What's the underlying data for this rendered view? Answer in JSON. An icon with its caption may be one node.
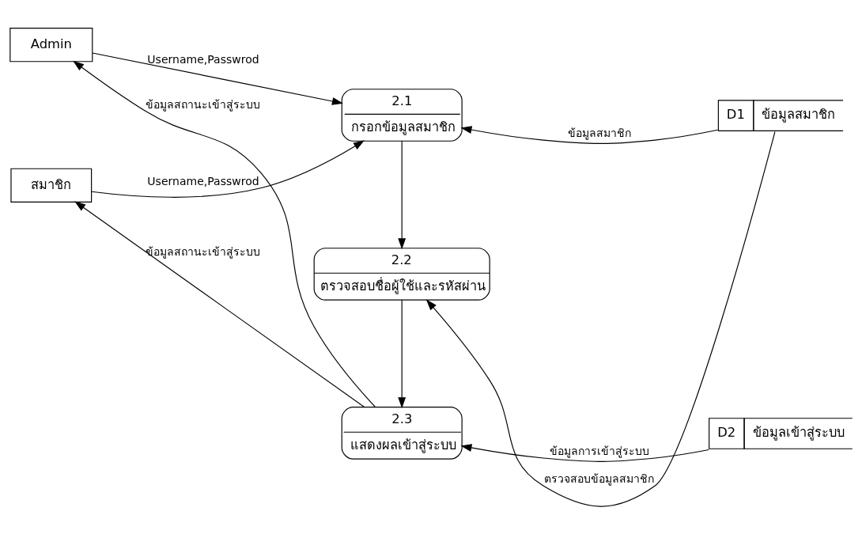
{
  "diagram": {
    "nodes": [
      {
        "text": [
          "Admin"
        ]
      },
      {
        "text": [
          "สมาชิก"
        ]
      },
      {
        "text": [
          "2.1",
          "กรอกข้อมูลสมาชิก"
        ]
      },
      {
        "text": [
          "2.2",
          "ตรวจสอบชื่อผู้ใช้และรหัสผ่าน"
        ]
      },
      {
        "text": [
          "2.3",
          "แสดงผลเข้าสู่ระบบ"
        ]
      },
      {
        "text": [
          "D1",
          "ข้อมูลสมาชิก"
        ]
      },
      {
        "text": [
          "D2",
          "ข้อมูลเข้าสู่ระบบ"
        ]
      }
    ],
    "edges": [
      {
        "from": 0,
        "to": 2,
        "arrow": "to",
        "label": "Username,Passwrod"
      },
      {
        "from": 1,
        "to": 2,
        "arrow": "to",
        "label": "Username,Passwrod"
      },
      {
        "from": 5,
        "to": 2,
        "arrow": "to",
        "label": "ข้อมูลสมาชิก"
      },
      {
        "from": 2,
        "to": 3,
        "arrow": "to"
      },
      {
        "from": 5,
        "to": 3,
        "arrow": "to",
        "label": "ตรวจสอบข้อมูลสมาชิก"
      },
      {
        "from": 3,
        "to": 4,
        "arrow": "to"
      },
      {
        "from": 6,
        "to": 4,
        "arrow": "to",
        "label": "ข้อมูลการเข้าสู่ระบบ"
      },
      {
        "from": 4,
        "to": 1,
        "arrow": "to",
        "label": "ข้อมูลสถานะเข้าสู่ระบบ"
      },
      {
        "from": 4,
        "to": 0,
        "arrow": "to",
        "label": "ข้อมูลสถานะเข้าสู่ระบบ"
      }
    ]
  }
}
